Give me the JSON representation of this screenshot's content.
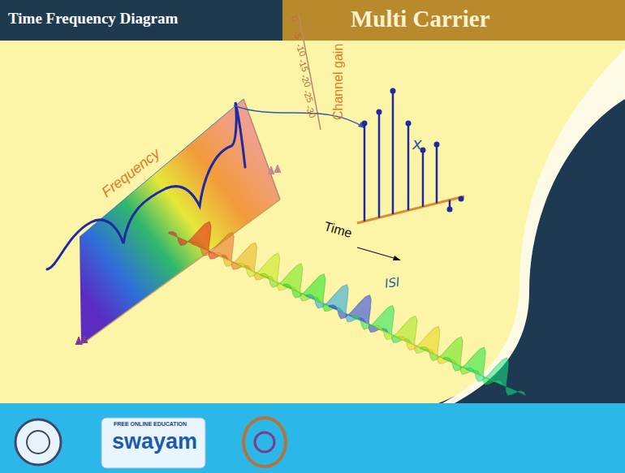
{
  "diagram": {
    "title": "Time Frequency Diagram",
    "labels": [
      "Multi Carrier",
      "Frequency",
      "0",
      "-5",
      "-10",
      "-15",
      "-20",
      "-25",
      "-30",
      "Channel gain",
      "x",
      "Time",
      "ISI",
      "FREE ONLINE EDUCATION",
      "swayam"
    ]
  }
}
